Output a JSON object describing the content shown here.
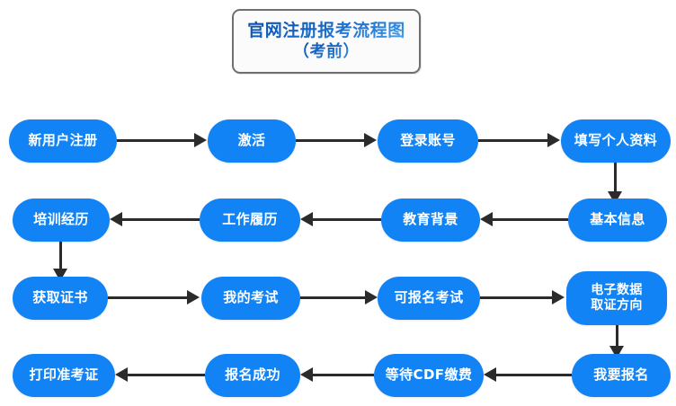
{
  "title": {
    "line1": "官网注册报考流程图",
    "line2": "（考前）"
  },
  "theme": {
    "node_fill": "#1283f5",
    "node_text": "#ffffff",
    "arrow_color": "#2b2b2b",
    "title_border": "#6f6f6f",
    "title_bg": "#fbfbfb",
    "title_gradient_from": "#0b4fa8",
    "title_gradient_to": "#52a8ef",
    "page_bg": "#ffffff"
  },
  "flow": {
    "rows": [
      {
        "index": 1,
        "direction": "left-to-right",
        "nodes": [
          {
            "id": "new-user-registration",
            "label": "新用户注册"
          },
          {
            "id": "activate",
            "label": "激活"
          },
          {
            "id": "login-account",
            "label": "登录账号"
          },
          {
            "id": "fill-personal-info",
            "label": "填写个人资料"
          }
        ]
      },
      {
        "index": 2,
        "direction": "right-to-left",
        "nodes": [
          {
            "id": "training-experience",
            "label": "培训经历"
          },
          {
            "id": "work-history",
            "label": "工作履历"
          },
          {
            "id": "education-background",
            "label": "教育背景"
          },
          {
            "id": "basic-information",
            "label": "基本信息"
          }
        ]
      },
      {
        "index": 3,
        "direction": "left-to-right",
        "nodes": [
          {
            "id": "obtain-certificate",
            "label": "获取证书"
          },
          {
            "id": "my-exams",
            "label": "我的考试"
          },
          {
            "id": "available-exams",
            "label": "可报名考试"
          },
          {
            "id": "electronic-data-forensics",
            "label": "电子数据\n取证方向"
          }
        ]
      },
      {
        "index": 4,
        "direction": "right-to-left",
        "nodes": [
          {
            "id": "print-admission-ticket",
            "label": "打印准考证"
          },
          {
            "id": "registration-successful",
            "label": "报名成功"
          },
          {
            "id": "waiting-cdf-payment",
            "label": "等待CDF缴费"
          },
          {
            "id": "i-want-to-register",
            "label": "我要报名"
          }
        ]
      }
    ],
    "vertical_links": [
      {
        "id": "link-row1-to-row2",
        "from": "fill-personal-info",
        "to": "basic-information"
      },
      {
        "id": "link-row2-to-row3",
        "from": "training-experience",
        "to": "obtain-certificate"
      },
      {
        "id": "link-row3-to-row4",
        "from": "electronic-data-forensics",
        "to": "i-want-to-register"
      }
    ]
  }
}
